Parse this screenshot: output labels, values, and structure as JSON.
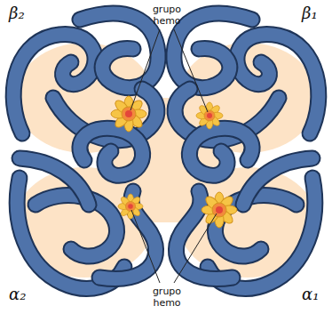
{
  "diagram": {
    "labels": [
      "β₂",
      "grupo hemo",
      "β₁",
      "α₂",
      "grupo hemo",
      "α₁"
    ]
  }
}
